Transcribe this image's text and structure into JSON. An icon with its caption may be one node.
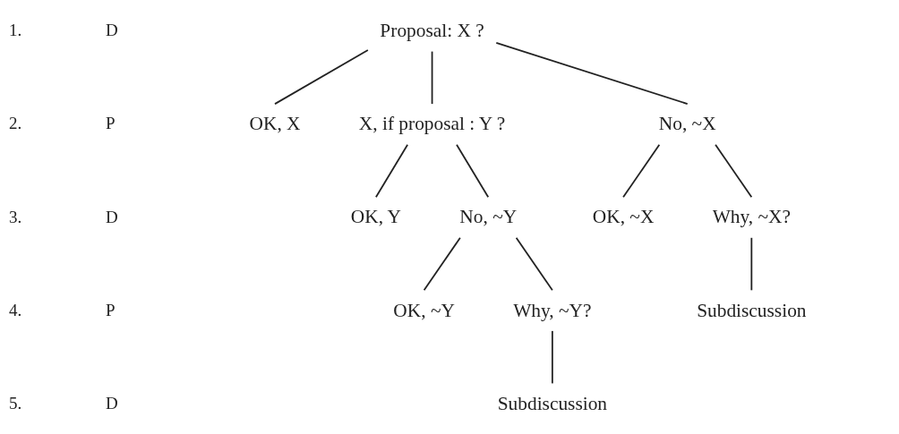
{
  "diagram": {
    "nodes": [
      {
        "text": [
          "Proposal: X ?"
        ]
      },
      {
        "text": [
          "OK, X"
        ]
      },
      {
        "text": [
          "X, if proposal : Y ?"
        ]
      },
      {
        "text": [
          "No, ~X"
        ]
      },
      {
        "text": [
          "OK, Y"
        ]
      },
      {
        "text": [
          "No, ~Y"
        ]
      },
      {
        "text": [
          "OK, ~X"
        ]
      },
      {
        "text": [
          "Why, ~X?"
        ]
      },
      {
        "text": [
          "OK, ~Y"
        ]
      },
      {
        "text": [
          "Why, ~Y?"
        ]
      },
      {
        "text": [
          "Subdiscussion"
        ]
      },
      {
        "text": [
          "Subdiscussion"
        ]
      }
    ],
    "edges": [
      {
        "from": 0,
        "to": 1,
        "arrow": "none"
      },
      {
        "from": 0,
        "to": 2,
        "arrow": "none"
      },
      {
        "from": 0,
        "to": 3,
        "arrow": "none"
      },
      {
        "from": 2,
        "to": 4,
        "arrow": "none"
      },
      {
        "from": 2,
        "to": 5,
        "arrow": "none"
      },
      {
        "from": 3,
        "to": 6,
        "arrow": "none"
      },
      {
        "from": 3,
        "to": 7,
        "arrow": "none"
      },
      {
        "from": 5,
        "to": 8,
        "arrow": "none"
      },
      {
        "from": 5,
        "to": 9,
        "arrow": "none"
      },
      {
        "from": 7,
        "to": 10,
        "arrow": "none"
      },
      {
        "from": 9,
        "to": 11,
        "arrow": "none"
      }
    ],
    "labels": [
      "1.",
      "D",
      "2.",
      "P",
      "3.",
      "D",
      "4.",
      "P",
      "5.",
      "D"
    ]
  }
}
